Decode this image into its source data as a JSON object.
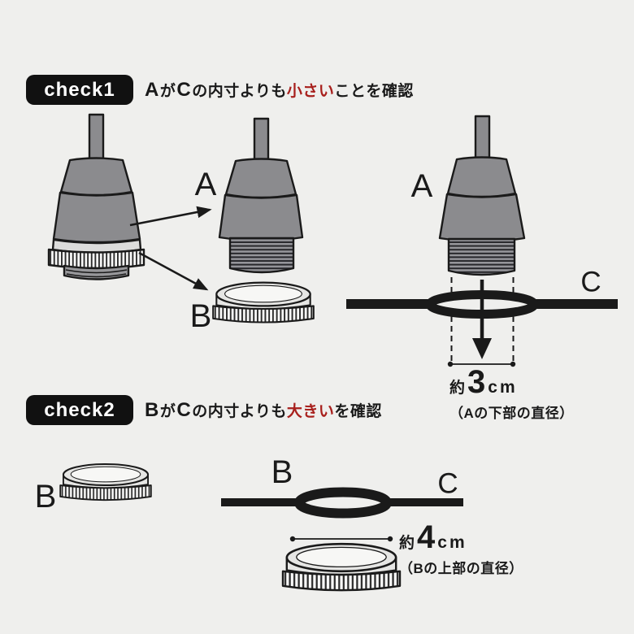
{
  "page": {
    "background_color": "#efefed",
    "ink_color": "#1a1a1a",
    "accent_red": "#a8201d",
    "socket_gray": "#8b8b8e"
  },
  "check1": {
    "badge_label": "check1",
    "heading": {
      "subject": "A",
      "particle": "が",
      "object": "C",
      "middle": "の内寸よりも",
      "emphasis": "小さい",
      "tail": "ことを確認"
    },
    "labels": {
      "socket_a_mid": "A",
      "ring_b_mid": "B",
      "socket_a_right": "A",
      "ring_c_right": "C"
    },
    "measurement": {
      "prefix": "約",
      "value": "3",
      "unit": "cm",
      "note": "（Aの下部の直径）"
    }
  },
  "check2": {
    "badge_label": "check2",
    "heading": {
      "subject": "B",
      "particle": "が",
      "object": "C",
      "middle": "の内寸よりも",
      "emphasis": "大きい",
      "tail": "を確認"
    },
    "labels": {
      "ring_b_left": "B",
      "ring_b_mid": "B",
      "ring_c_mid": "C"
    },
    "measurement": {
      "prefix": "約",
      "value": "4",
      "unit": "cm",
      "note": "（Bの上部の直径）"
    }
  }
}
